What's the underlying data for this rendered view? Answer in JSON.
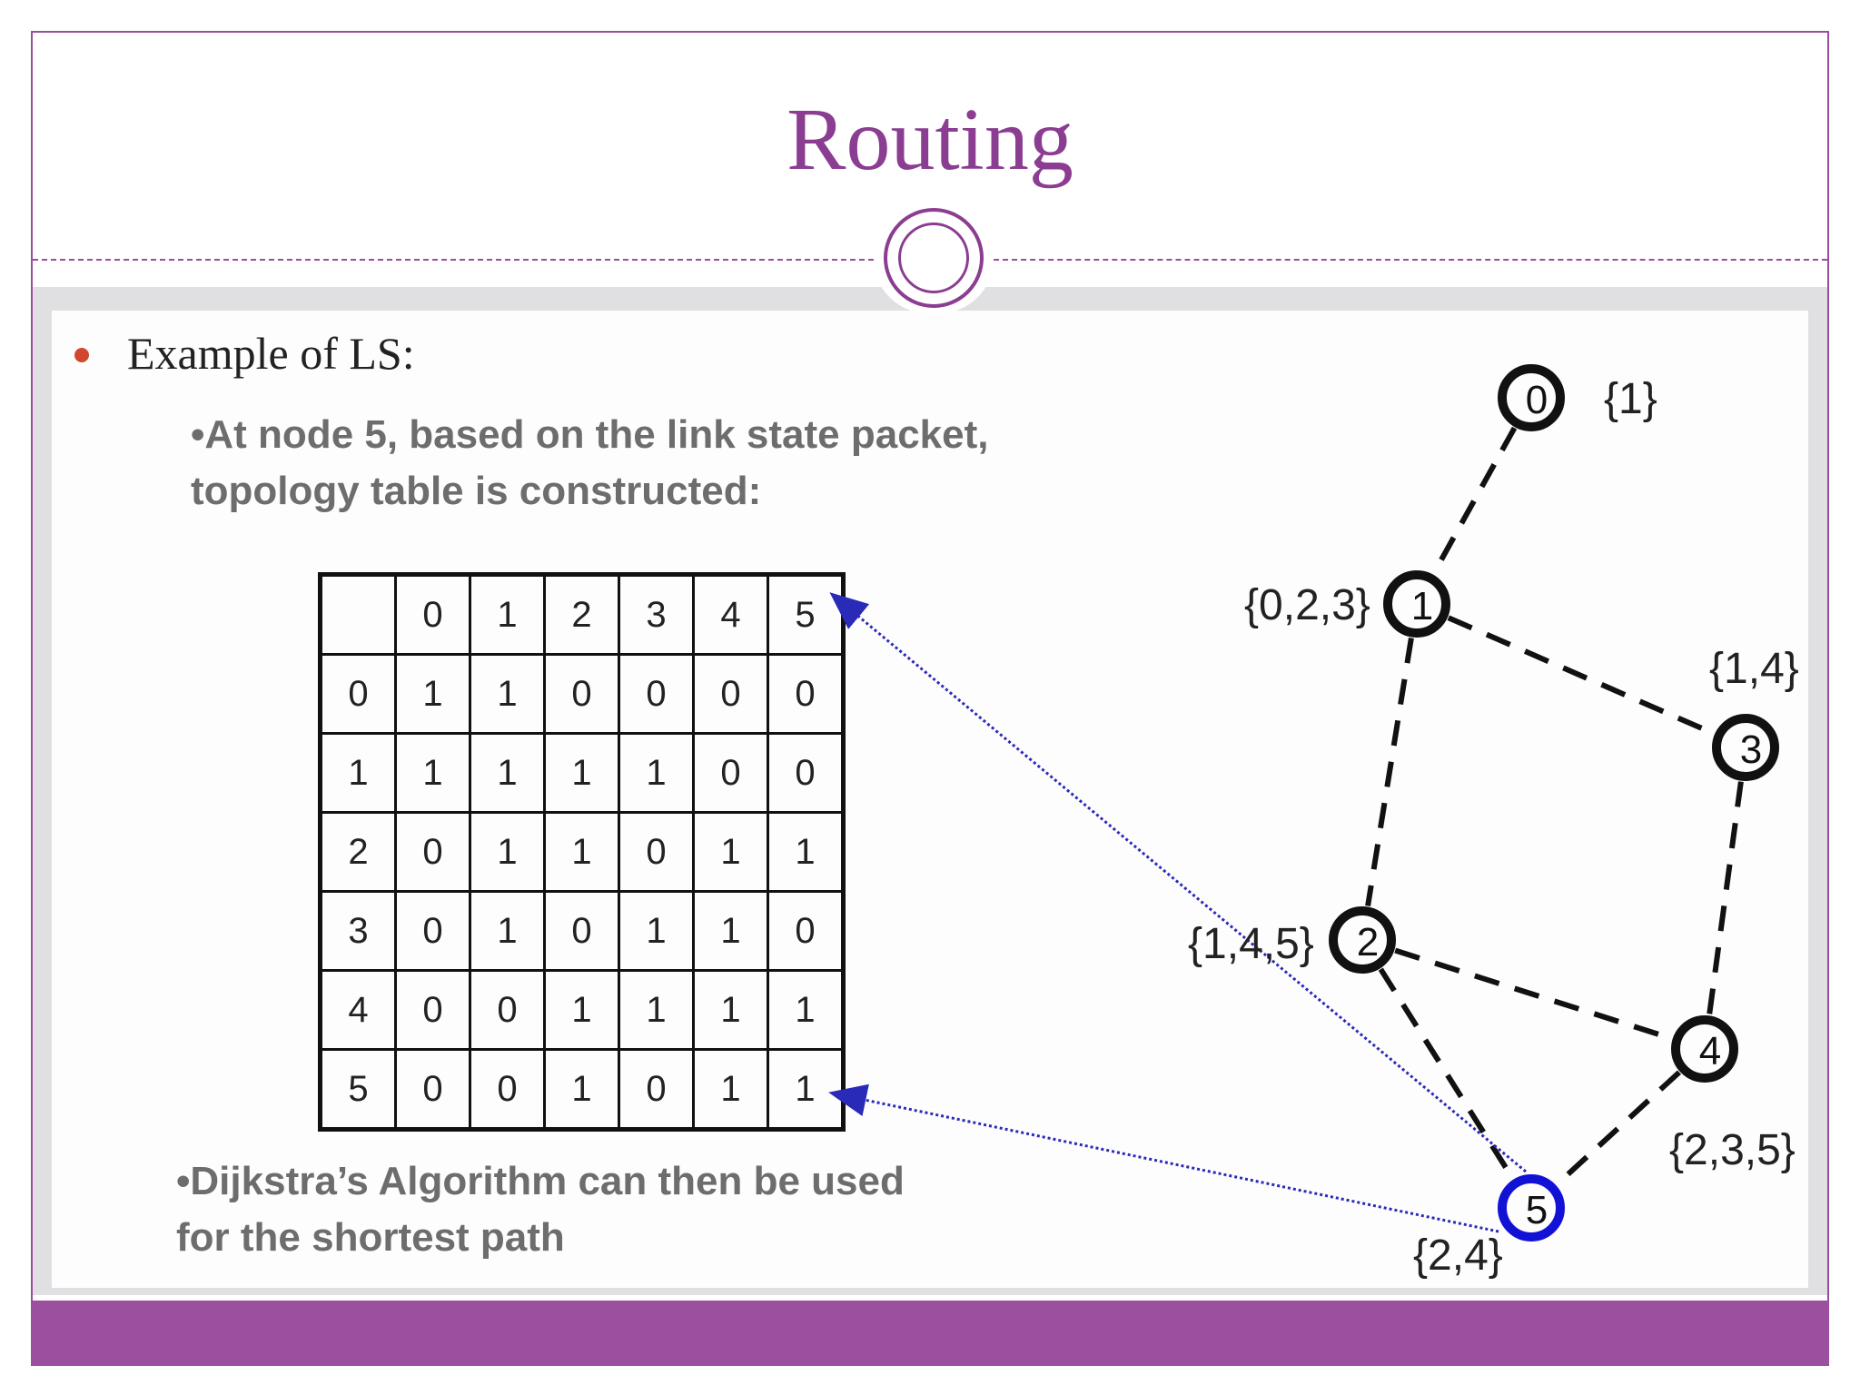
{
  "slide": {
    "title": "Routing",
    "bullet": "Example of LS:",
    "sub1_line1": "•At node 5, based on the link state packet,",
    "sub1_line2": "topology table is constructed:",
    "sub2_line1": "•Dijkstra’s Algorithm can then be used",
    "sub2_line2": "for the shortest path"
  },
  "table": {
    "header": [
      "",
      "0",
      "1",
      "2",
      "3",
      "4",
      "5"
    ],
    "rows": [
      [
        "0",
        "1",
        "1",
        "0",
        "0",
        "0",
        "0"
      ],
      [
        "1",
        "1",
        "1",
        "1",
        "1",
        "0",
        "0"
      ],
      [
        "2",
        "0",
        "1",
        "1",
        "0",
        "1",
        "1"
      ],
      [
        "3",
        "0",
        "1",
        "0",
        "1",
        "1",
        "0"
      ],
      [
        "4",
        "0",
        "0",
        "1",
        "1",
        "1",
        "1"
      ],
      [
        "5",
        "0",
        "0",
        "1",
        "0",
        "1",
        "1"
      ]
    ]
  },
  "graph": {
    "nodes": [
      {
        "id": "0",
        "label": "{1}"
      },
      {
        "id": "1",
        "label": "{0,2,3}"
      },
      {
        "id": "2",
        "label": "{1,4,5}"
      },
      {
        "id": "3",
        "label": "{1,4}"
      },
      {
        "id": "4",
        "label": "{2,3,5}"
      },
      {
        "id": "5",
        "label": "{2,4}"
      }
    ],
    "edges": [
      [
        "0",
        "1"
      ],
      [
        "1",
        "3"
      ],
      [
        "1",
        "2"
      ],
      [
        "2",
        "4"
      ],
      [
        "2",
        "5"
      ],
      [
        "3",
        "4"
      ],
      [
        "4",
        "5"
      ]
    ],
    "highlight_node": "5",
    "colors": {
      "node": "#111111",
      "highlight": "#1212d6",
      "arrow": "#2a2ab8"
    }
  },
  "theme": {
    "accent": "#8a3d91",
    "bar": "#9b4f9f",
    "bullet": "#d0482d"
  }
}
